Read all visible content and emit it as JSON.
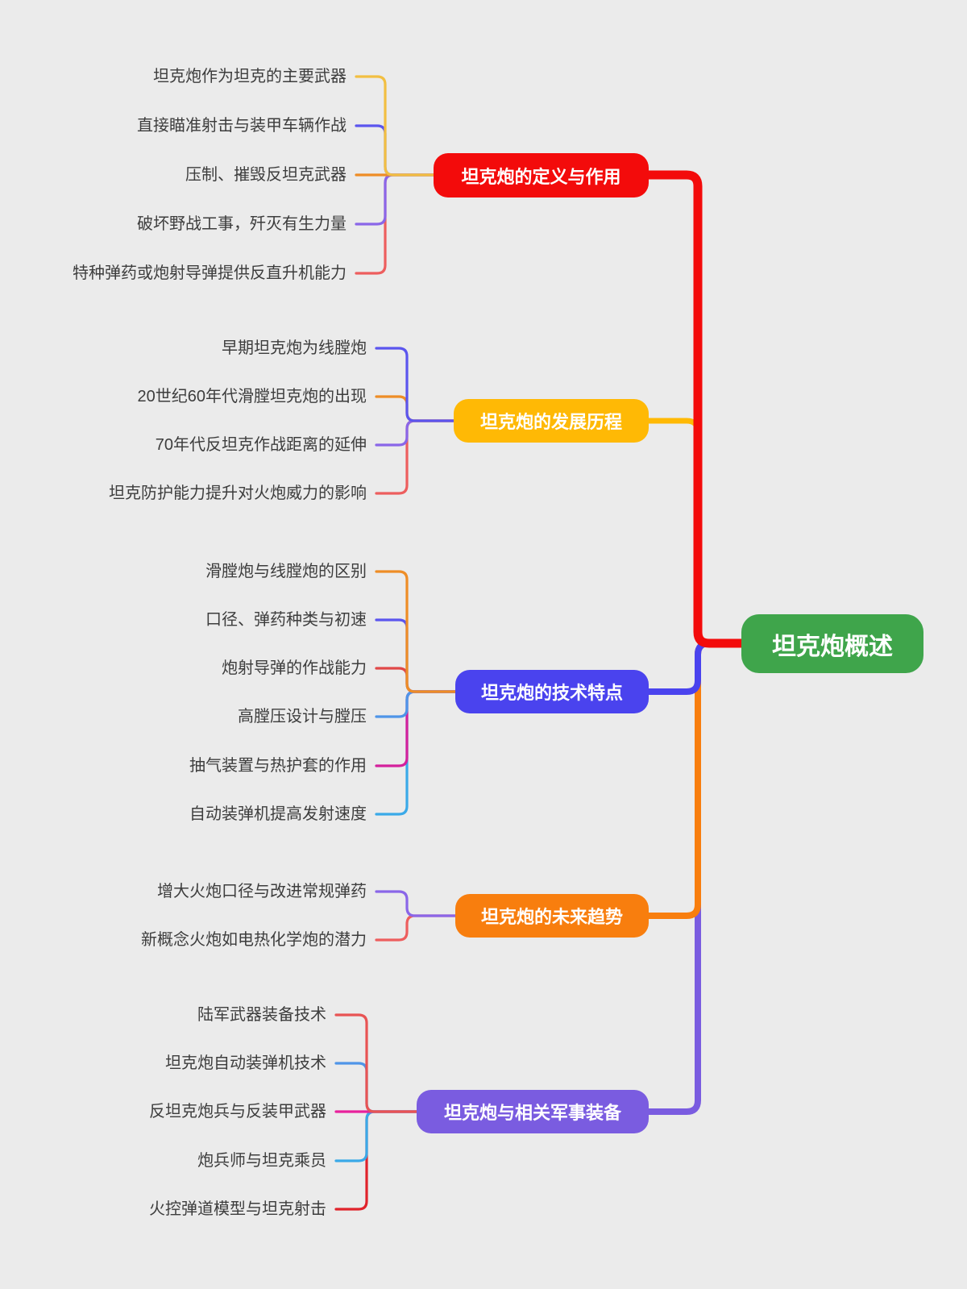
{
  "palette": {
    "background": "#ebebeb",
    "leaf_text_color": "#3d3d3d",
    "node_text_color": "#ffffff"
  },
  "root": {
    "label": "坦克炮概述",
    "color": "#3fa54b"
  },
  "branches": [
    {
      "label": "坦克炮的定义与作用",
      "color": "#f30b0b",
      "children": [
        {
          "label": "坦克炮作为坦克的主要武器",
          "line_color": "#f2bf42"
        },
        {
          "label": "直接瞄准射击与装甲车辆作战",
          "line_color": "#5b55ee"
        },
        {
          "label": "压制、摧毁反坦克武器",
          "line_color": "#ee8d26"
        },
        {
          "label": "破坏野战工事，歼灭有生力量",
          "line_color": "#8a66e8"
        },
        {
          "label": "特种弹药或炮射导弹提供反直升机能力",
          "line_color": "#ed5e5e"
        }
      ]
    },
    {
      "label": "坦克炮的发展历程",
      "color": "#ffb905",
      "children": [
        {
          "label": "早期坦克炮为线膛炮",
          "line_color": "#5b55ee"
        },
        {
          "label": "20世纪60年代滑膛坦克炮的出现",
          "line_color": "#ee8d26"
        },
        {
          "label": "70年代反坦克作战距离的延伸",
          "line_color": "#8a66e8"
        },
        {
          "label": "坦克防护能力提升对火炮威力的影响",
          "line_color": "#ed5e5e"
        }
      ]
    },
    {
      "label": "坦克炮的技术特点",
      "color": "#4a43ee",
      "children": [
        {
          "label": "滑膛炮与线膛炮的区别",
          "line_color": "#ee8d26"
        },
        {
          "label": "口径、弹药种类与初速",
          "line_color": "#5b55ee"
        },
        {
          "label": "炮射导弹的作战能力",
          "line_color": "#e04848"
        },
        {
          "label": "高膛压设计与膛压",
          "line_color": "#4f95e8"
        },
        {
          "label": "抽气装置与热护套的作用",
          "line_color": "#d4219c"
        },
        {
          "label": "自动装弹机提高发射速度",
          "line_color": "#3aa9e8"
        }
      ]
    },
    {
      "label": "坦克炮的未来趋势",
      "color": "#f87e0e",
      "children": [
        {
          "label": "增大火炮口径与改进常规弹药",
          "line_color": "#8a66e8"
        },
        {
          "label": "新概念火炮如电热化学炮的潜力",
          "line_color": "#ed5e5e"
        }
      ]
    },
    {
      "label": "坦克炮与相关军事装备",
      "color": "#7a5ce0",
      "children": [
        {
          "label": "陆军武器装备技术",
          "line_color": "#e85454"
        },
        {
          "label": "坦克炮自动装弹机技术",
          "line_color": "#4f95e8"
        },
        {
          "label": "反坦克炮兵与反装甲武器",
          "line_color": "#e8219c"
        },
        {
          "label": "炮兵师与坦克乘员",
          "line_color": "#3aa9e8"
        },
        {
          "label": "火控弹道模型与坦克射击",
          "line_color": "#e0232b"
        }
      ]
    }
  ]
}
